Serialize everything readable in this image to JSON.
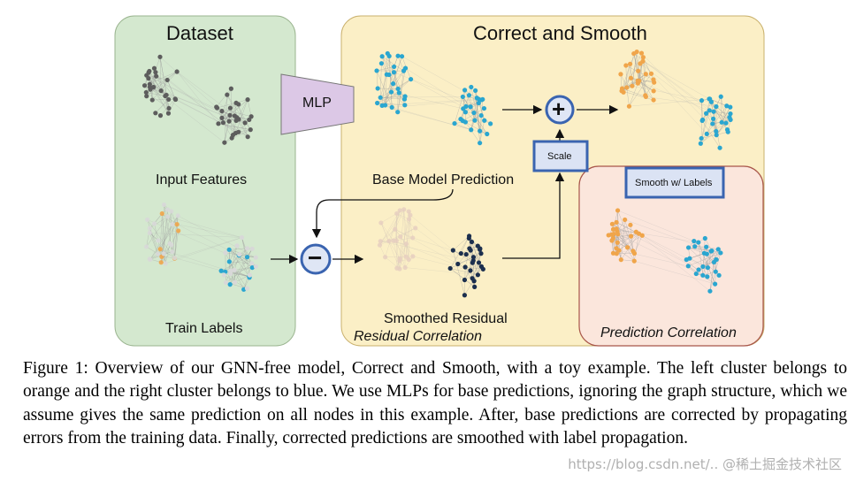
{
  "figure": {
    "dataset_title": "Dataset",
    "cs_title": "Correct and Smooth",
    "mlp_label": "MLP",
    "input_features_label": "Input Features",
    "train_labels_label": "Train Labels",
    "base_model_prediction_label": "Base Model Prediction",
    "smoothed_residual_label": "Smoothed Residual",
    "residual_correlation_label": "Residual Correlation",
    "prediction_correlation_label": "Prediction Correlation",
    "scale_label": "Scale",
    "smooth_labels_label": "Smooth w/ Labels",
    "plus_symbol": "+",
    "minus_symbol": "−"
  },
  "colors": {
    "dataset_bg": "#d4e8cf",
    "cs_bg": "#fbefc6",
    "pc_bg": "#fbe6dc",
    "node_gray": "#5d5d5d",
    "node_blue": "#2aa6d0",
    "node_orange": "#f0a54a",
    "node_navy": "#1c2f4e",
    "mlp_fill": "#dcc8e6",
    "box_border": "#3a64b0"
  },
  "caption": {
    "text": "Figure 1: Overview of our GNN-free model, Correct and Smooth, with a toy example. The left cluster belongs to orange and the right cluster belongs to blue. We use MLPs for base predictions, ignoring the graph structure, which we assume gives the same prediction on all nodes in this example. After, base predictions are corrected by propagating errors from the training data. Finally, corrected predictions are smoothed with label propagation."
  },
  "watermark": "https://blog.csdn.net/..  @稀土掘金技术社区"
}
